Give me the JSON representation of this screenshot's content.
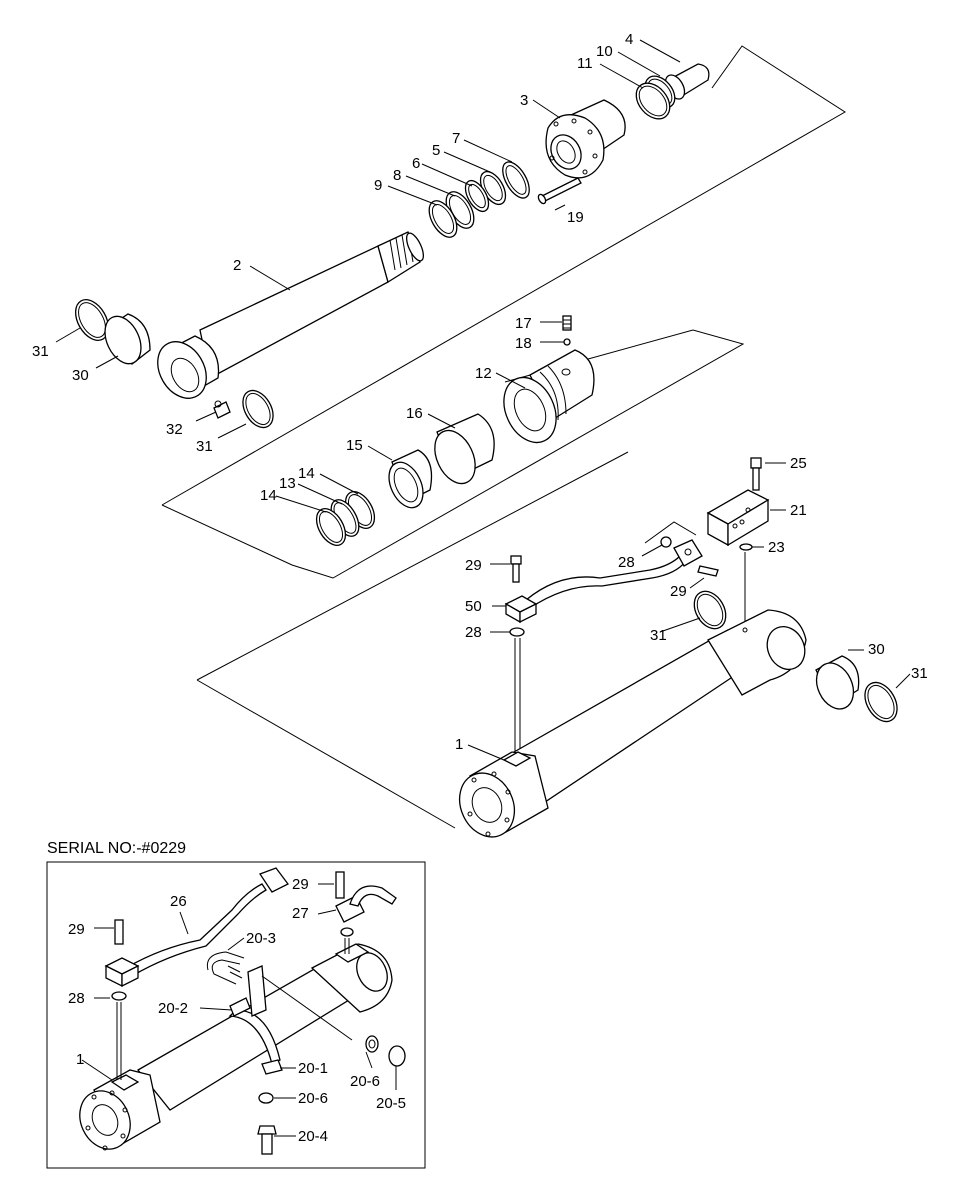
{
  "inset": {
    "title": "SERIAL NO:-#0229"
  },
  "callouts": {
    "main": [
      {
        "id": "c-4",
        "text": "4"
      },
      {
        "id": "c-10",
        "text": "10"
      },
      {
        "id": "c-11",
        "text": "11"
      },
      {
        "id": "c-3",
        "text": "3"
      },
      {
        "id": "c-7",
        "text": "7"
      },
      {
        "id": "c-5",
        "text": "5"
      },
      {
        "id": "c-6",
        "text": "6"
      },
      {
        "id": "c-8",
        "text": "8"
      },
      {
        "id": "c-9",
        "text": "9"
      },
      {
        "id": "c-19",
        "text": "19"
      },
      {
        "id": "c-2",
        "text": "2"
      },
      {
        "id": "c-31a",
        "text": "31"
      },
      {
        "id": "c-30a",
        "text": "30"
      },
      {
        "id": "c-32",
        "text": "32"
      },
      {
        "id": "c-31b",
        "text": "31"
      },
      {
        "id": "c-17",
        "text": "17"
      },
      {
        "id": "c-18",
        "text": "18"
      },
      {
        "id": "c-12",
        "text": "12"
      },
      {
        "id": "c-16",
        "text": "16"
      },
      {
        "id": "c-15",
        "text": "15"
      },
      {
        "id": "c-14a",
        "text": "14"
      },
      {
        "id": "c-13",
        "text": "13"
      },
      {
        "id": "c-14b",
        "text": "14"
      },
      {
        "id": "c-25",
        "text": "25"
      },
      {
        "id": "c-21",
        "text": "21"
      },
      {
        "id": "c-23",
        "text": "23"
      },
      {
        "id": "c-28a",
        "text": "28"
      },
      {
        "id": "c-29a",
        "text": "29"
      },
      {
        "id": "c-29b",
        "text": "29"
      },
      {
        "id": "c-50",
        "text": "50"
      },
      {
        "id": "c-28b",
        "text": "28"
      },
      {
        "id": "c-31c",
        "text": "31"
      },
      {
        "id": "c-30b",
        "text": "30"
      },
      {
        "id": "c-31d",
        "text": "31"
      },
      {
        "id": "c-1a",
        "text": "1"
      }
    ],
    "inset": [
      {
        "id": "i-29a",
        "text": "29"
      },
      {
        "id": "i-26",
        "text": "26"
      },
      {
        "id": "i-29b",
        "text": "29"
      },
      {
        "id": "i-27",
        "text": "27"
      },
      {
        "id": "i-20-3",
        "text": "20-3"
      },
      {
        "id": "i-28",
        "text": "28"
      },
      {
        "id": "i-20-2",
        "text": "20-2"
      },
      {
        "id": "i-1",
        "text": "1"
      },
      {
        "id": "i-20-1",
        "text": "20-1"
      },
      {
        "id": "i-20-6a",
        "text": "20-6"
      },
      {
        "id": "i-20-6b",
        "text": "20-6"
      },
      {
        "id": "i-20-5",
        "text": "20-5"
      },
      {
        "id": "i-20-4",
        "text": "20-4"
      }
    ]
  }
}
